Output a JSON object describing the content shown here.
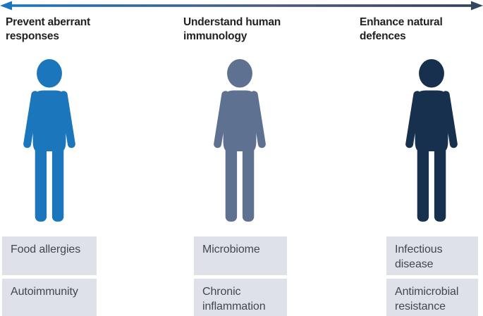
{
  "diagram": {
    "arrow": {
      "left_color": "#1b76bb",
      "mid_color": "#4c5c7c",
      "right_color": "#2f4157",
      "right_head_color": "#33465f"
    },
    "colors": {
      "background": "#ffffff",
      "box_bg": "#dee2e8",
      "title_text": "#231f20",
      "box_text": "#43474d"
    },
    "columns": [
      {
        "title": "Prevent aberrant responses",
        "figure_color": "#1b76bb",
        "boxes": [
          "Food allergies",
          "Autoimmunity"
        ]
      },
      {
        "title": "Understand human immunology",
        "figure_color": "#5f7190",
        "boxes": [
          "Microbiome",
          "Chronic inflammation"
        ]
      },
      {
        "title": "Enhance natural defences",
        "figure_color": "#17304e",
        "boxes": [
          "Infectious disease",
          "Antimicrobial resistance"
        ]
      }
    ]
  }
}
